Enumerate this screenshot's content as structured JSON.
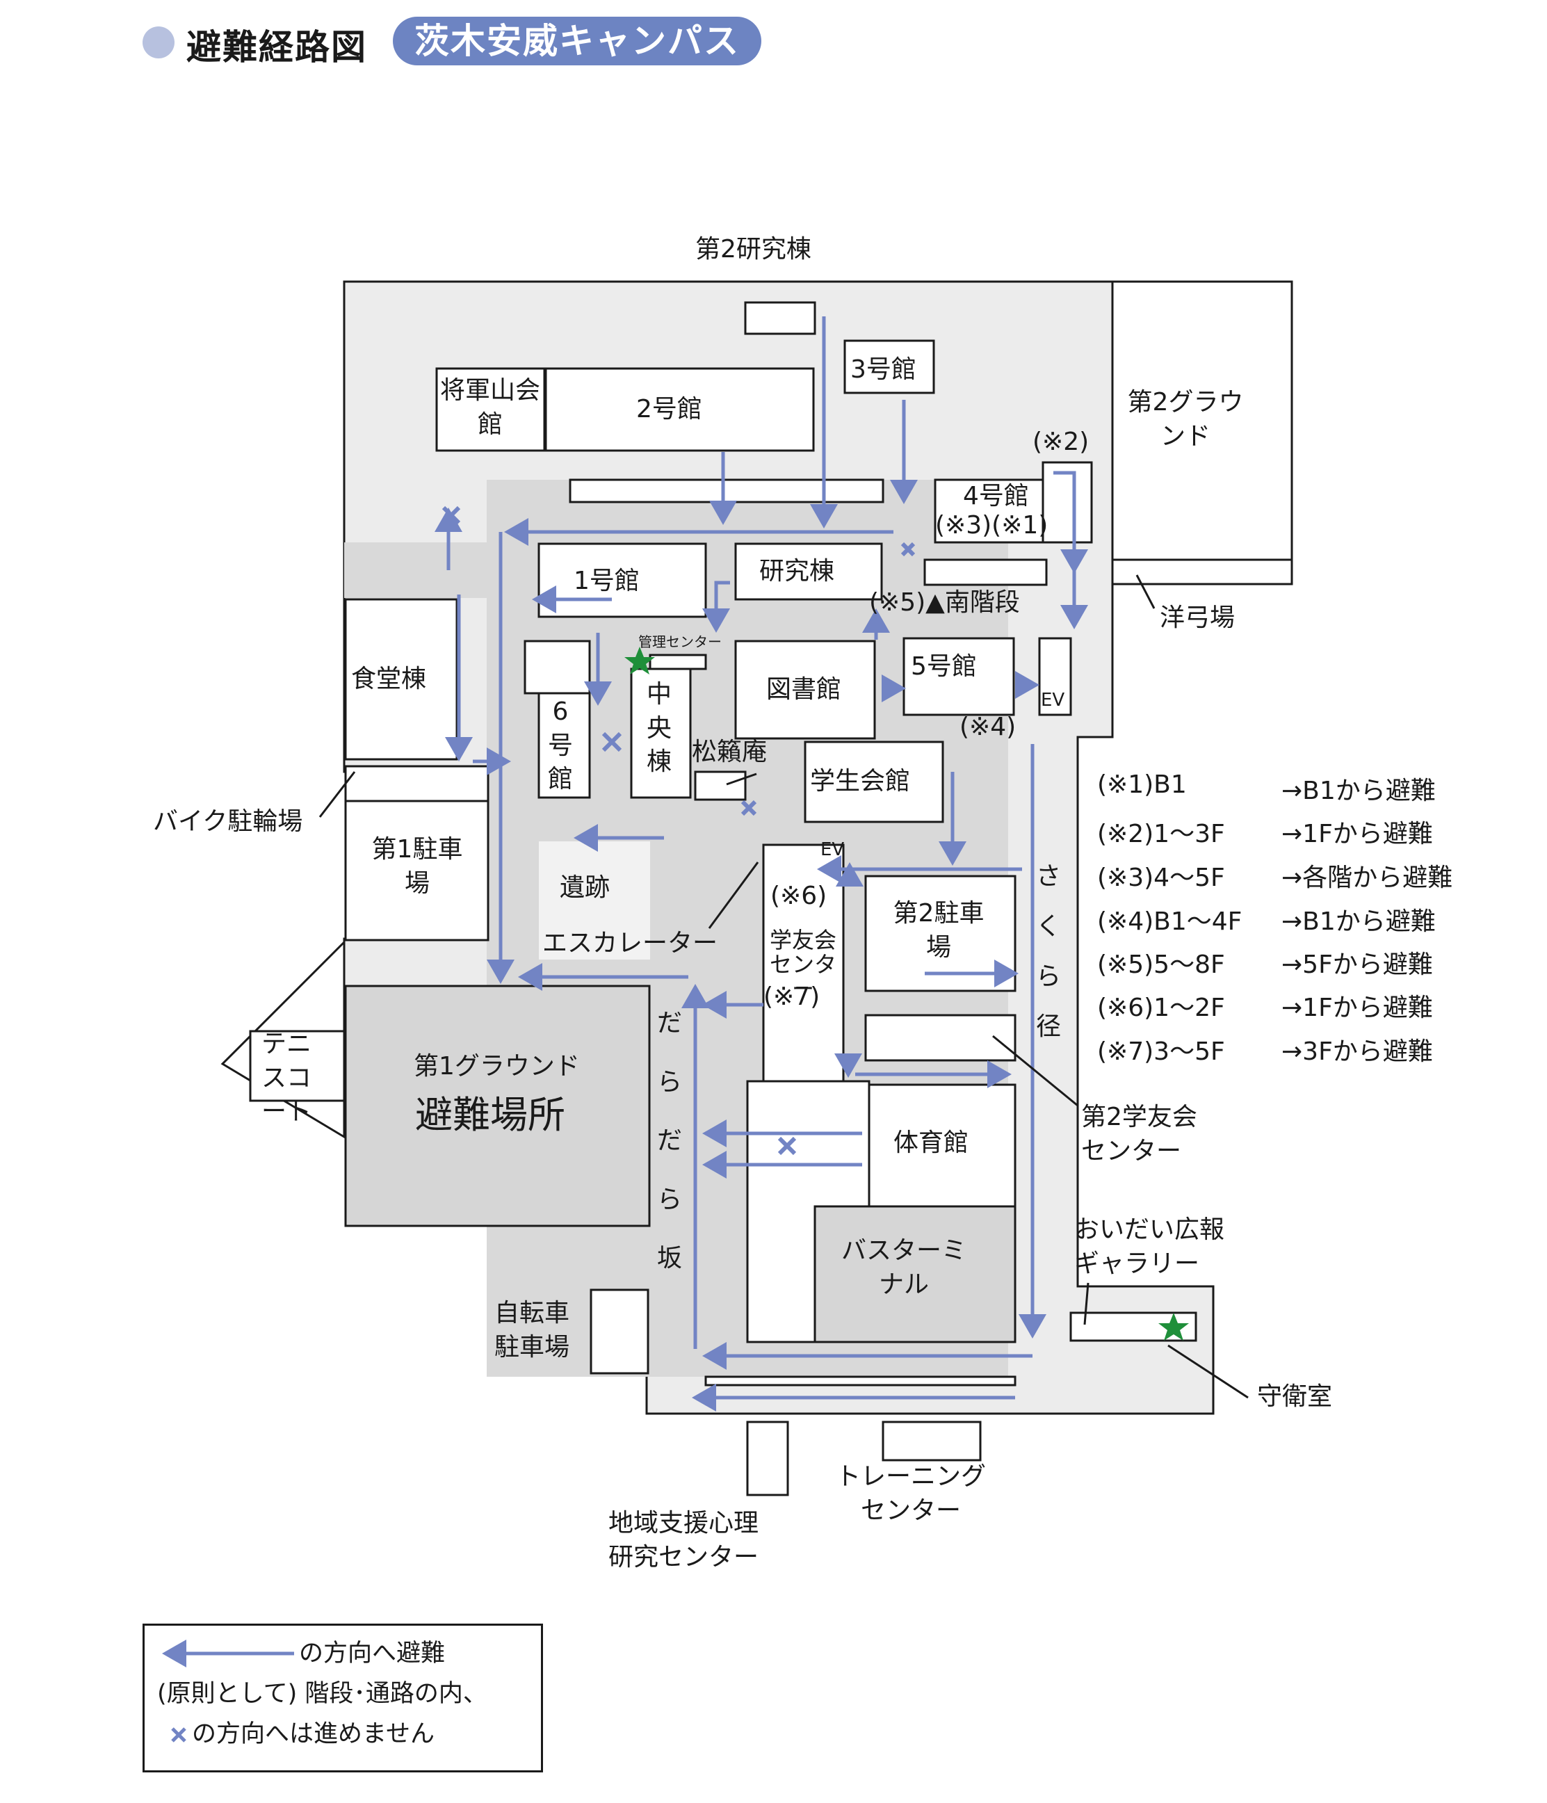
{
  "header": {
    "title": "避難経路図",
    "campus": "茨木安威キャンパス"
  },
  "colors": {
    "route": "#7284c4",
    "pill": "#6d84c2",
    "dot": "#b7c1df",
    "star": "#1f8f3a",
    "zone_gray": "#ececec",
    "ground_gray": "#d6d6d6"
  },
  "buildings": {
    "research2": "第2研究棟",
    "shogun": "将軍山会館",
    "b2": "2号館",
    "b3": "3号館",
    "b4": "4号館",
    "b4_notes": "(※3)(※1)",
    "ground2": "第2グラウンド",
    "note2_marker": "(※2)",
    "archery": "洋弓場",
    "b1": "1号館",
    "research": "研究棟",
    "south_stairs": "(※5)▲南階段",
    "cafeteria": "食堂棟",
    "kanri": "管理センター",
    "b6": "6号館",
    "central": "中央棟",
    "library": "図書館",
    "b5": "5号館",
    "ev": "EV",
    "note4_marker": "(※4)",
    "shoraian": "松籟庵",
    "student_hall": "学生会館",
    "bike_parking": "バイク駐輪場",
    "parking1": "第1駐車場",
    "ruins": "遺跡",
    "escalator": "エスカレーター",
    "ev2": "EV",
    "note6_marker": "(※6)",
    "gakuyu": "学友会センター",
    "note7_marker": "(※7)",
    "parking2": "第2駐車場",
    "sakura": "さくら径",
    "tennis": "テニスコート",
    "ground1": "第1グラウンド",
    "evac_site": "避難場所",
    "daradara": "だらだら坂",
    "gym": "体育館",
    "gakuyu2": "第2学友会センター",
    "bus": "バスターミナル",
    "gallery": "おいだい広報ギャラリー",
    "guard": "守衛室",
    "bicycle": "自転車駐車場",
    "training": "トレーニングセンター",
    "regional": "地域支援心理研究センター"
  },
  "notes": [
    {
      "id": "(※1)B1",
      "action": "→B1から避難"
    },
    {
      "id": "(※2)1～3F",
      "action": "→1Fから避難"
    },
    {
      "id": "(※3)4～5F",
      "action": "→各階から避難"
    },
    {
      "id": "(※4)B1～4F",
      "action": "→B1から避難"
    },
    {
      "id": "(※5)5～8F",
      "action": "→5Fから避難"
    },
    {
      "id": "(※6)1～2F",
      "action": "→1Fから避難"
    },
    {
      "id": "(※7)3～5F",
      "action": "→3Fから避難"
    }
  ],
  "legend": {
    "arrow_text": "の方向へ避難",
    "rule_text": "(原則として) 階段･通路の内、",
    "cross_text": "の方向へは進めません"
  }
}
